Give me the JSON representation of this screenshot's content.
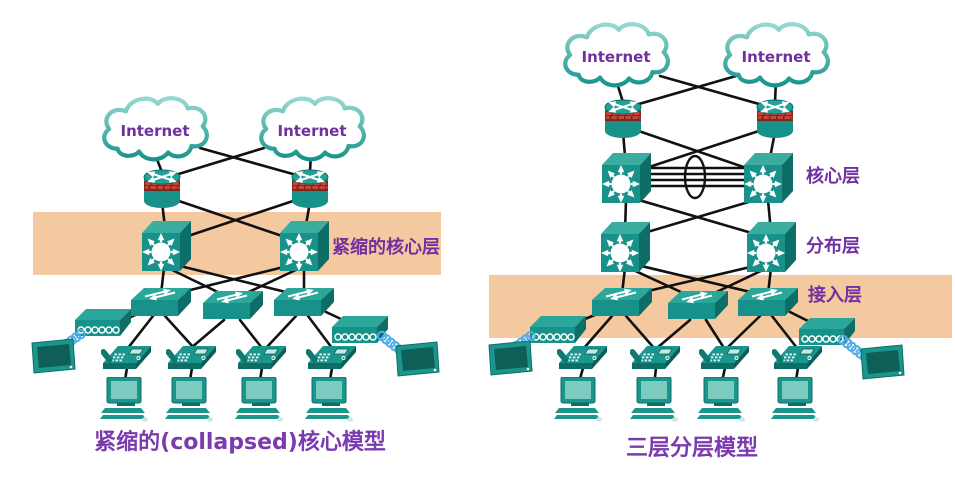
{
  "diagrams": {
    "left": {
      "caption": "紧缩的(collapsed)核心模型",
      "collapsed_core_band_label": "紧缩的核心层",
      "internet_cloud_1": "Internet",
      "internet_cloud_2": "Internet",
      "device_counts": {
        "internet_clouds": 2,
        "edge_routers": 2,
        "collapsed_core_switches": 2,
        "access_switches": 3,
        "wireless_access_points": 2,
        "wireless_clients": 2,
        "ip_phones": 4,
        "desktop_pcs": 4
      }
    },
    "right": {
      "caption": "三层分层模型",
      "core_layer_label": "核心层",
      "distribution_layer_label": "分布层",
      "access_layer_label": "接入层",
      "internet_cloud_1": "Internet",
      "internet_cloud_2": "Internet",
      "core_interlink_parallel_lines": 4,
      "device_counts": {
        "internet_clouds": 2,
        "edge_routers": 2,
        "core_switches": 2,
        "distribution_switches": 2,
        "access_switches": 3,
        "wireless_access_points": 2,
        "wireless_clients": 2,
        "ip_phones": 4,
        "desktop_pcs": 4
      }
    }
  },
  "colors": {
    "device_teal": "#17918A",
    "device_teal_light": "#3BADA0",
    "device_teal_dark": "#0C6E66",
    "band_orange": "#F5C9A0",
    "label_purple": "#7030A0",
    "caption_purple": "#7B3BAE",
    "cloud_teal": "#1B9C92",
    "wireless_blue": "#4FAEE8",
    "firewall_brick_red": "#A93226",
    "link_black": "#111111"
  },
  "icons": {
    "internet_cloud": "cloud-outline",
    "edge_router": "cylinder-with-crossed-arrows-and-brick-band",
    "multilayer_switch": "cube-with-radiating-arrows",
    "access_switch": "flat-box-with-opposing-arrows",
    "wireless_access_point": "flat-box-with-port-rings",
    "ip_phone": "desk-phone",
    "desktop_pc": "monitor-with-keyboard",
    "wireless_client": "flat-screen-display",
    "wireless_link": "blue-coil"
  }
}
